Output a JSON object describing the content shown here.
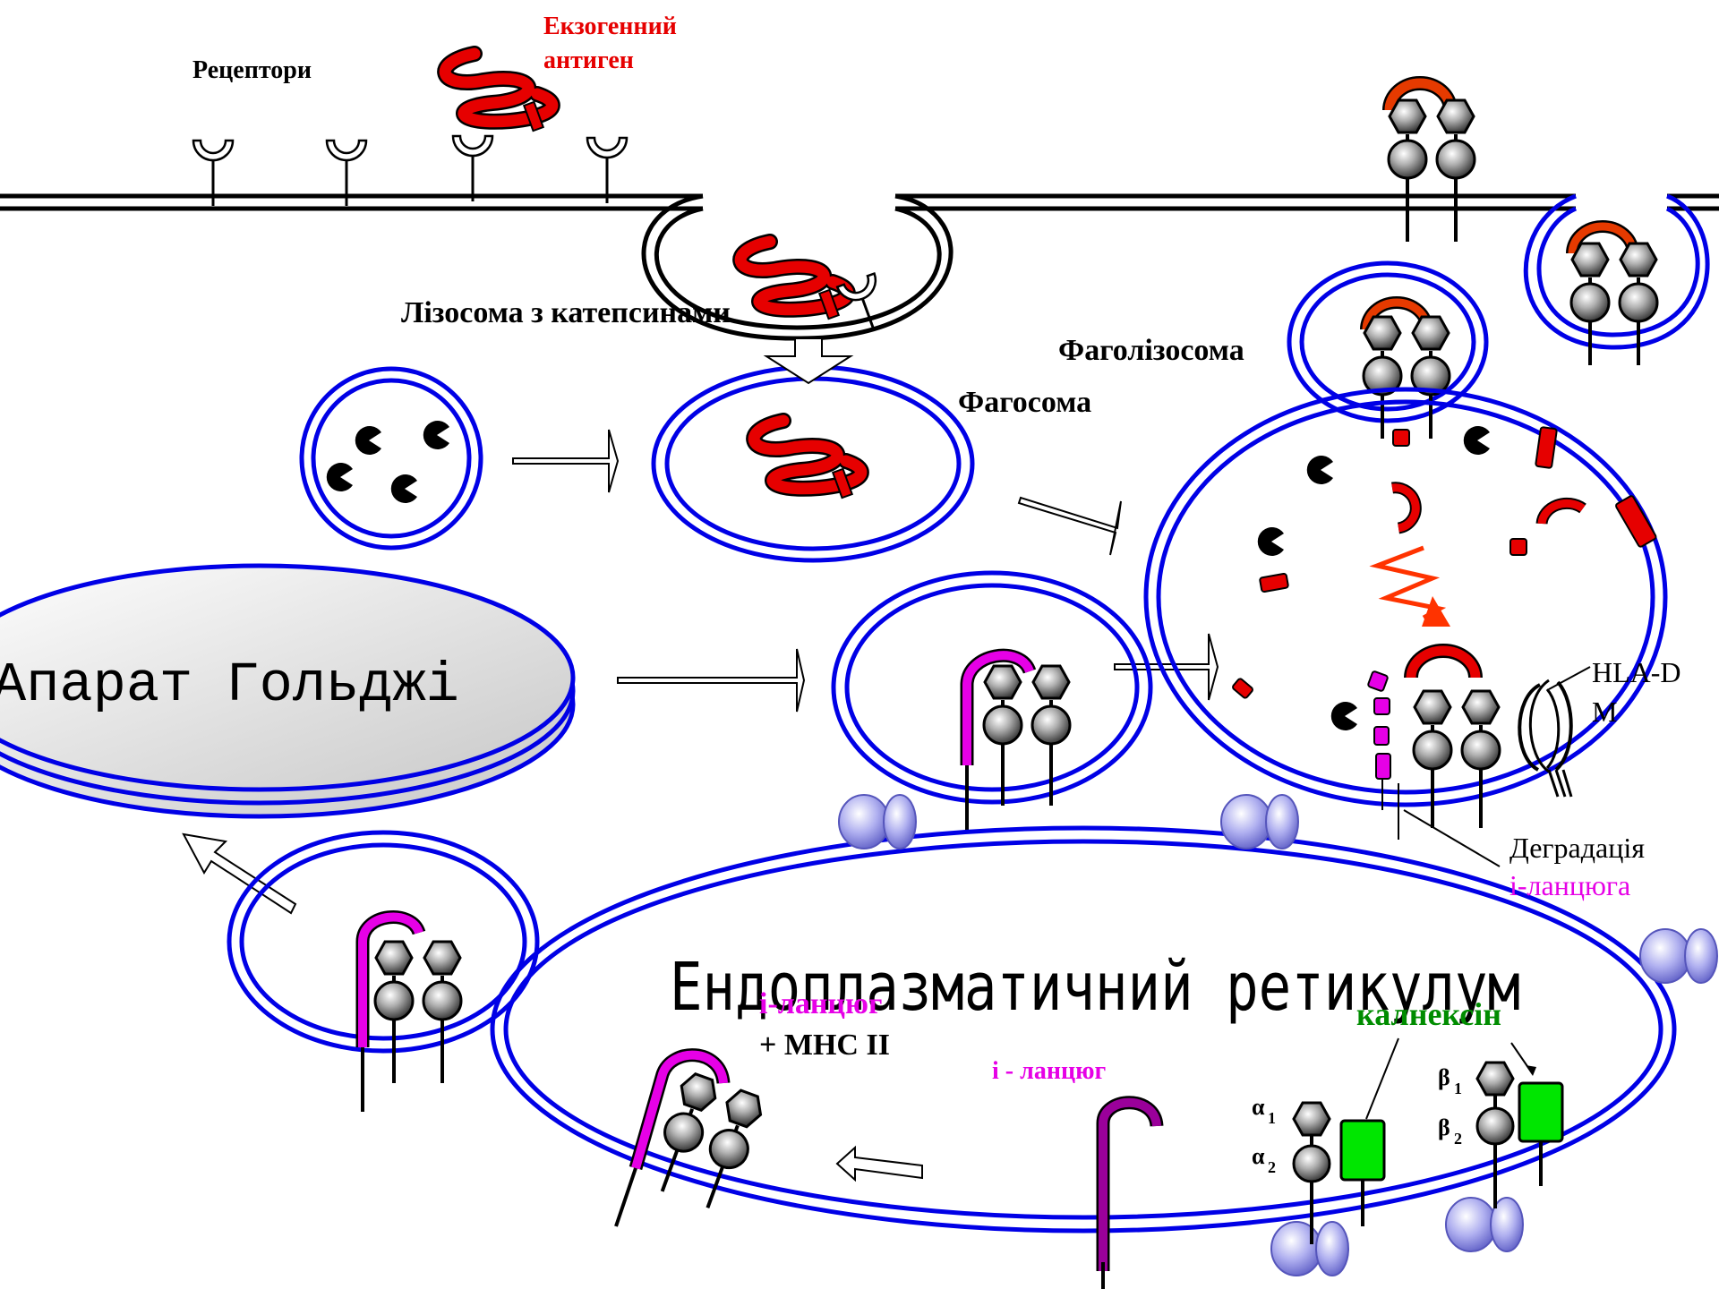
{
  "labels": {
    "receptors": "Рецептори",
    "exo_antigen_line1": "Екзогенний",
    "exo_antigen_line2": "антиген",
    "lysosome": "Лізосома з катепсинами",
    "phagolysosome": "Фаголізосома",
    "phagosome": "Фагосома",
    "golgi": "Апарат Гольджі",
    "hla_dm_line1": "HLA-D",
    "hla_dm_line2": "M",
    "degradation_line1": "Деградація",
    "degradation_line2": "і-ланцюга",
    "er": "Ендоплазматичний ретикулум",
    "ichain_mhc_line1": "і-ланцюг",
    "ichain_mhc_line2": "+ MHC II",
    "ichain": "і - ланцюг",
    "calnexin": "калнексін",
    "alpha1": "α",
    "alpha1_sub": "1",
    "alpha2": "α",
    "alpha2_sub": "2",
    "beta1": "β",
    "beta1_sub": "1",
    "beta2": "β",
    "beta2_sub": "2"
  },
  "colors": {
    "membrane": "#000000",
    "vesicle": "#0000e6",
    "antigen": "#e60000",
    "ichain": "#e600e6",
    "calnexin": "#00e600",
    "ribosome": "#a9a9f0",
    "label_red": "#e60000",
    "label_magenta": "#e600e6",
    "label_green": "#008c00"
  }
}
